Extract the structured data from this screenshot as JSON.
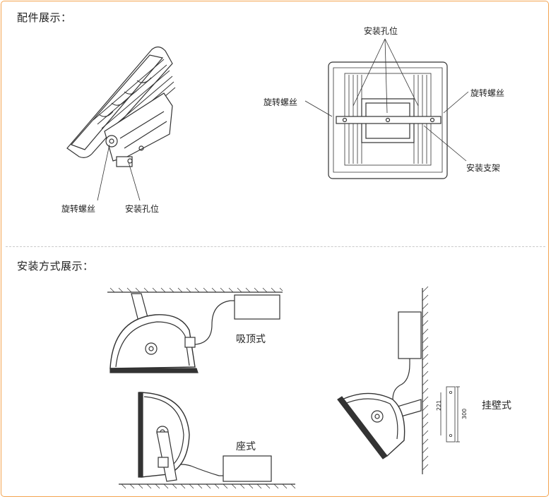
{
  "sections": {
    "parts_title": "配件展示：",
    "install_title": "安装方式展示："
  },
  "parts": {
    "side_view": {
      "screw_label": "旋转螺丝",
      "hole_label": "安装孔位"
    },
    "back_view": {
      "hole_label": "安装孔位",
      "screw_left_label": "旋转螺丝",
      "screw_right_label": "旋转螺丝",
      "bracket_label": "安装支架"
    }
  },
  "install": {
    "ceiling_label": "吸顶式",
    "floor_label": "座式",
    "wall_label": "挂壁式",
    "dim_small": "221",
    "dim_large": "300"
  },
  "colors": {
    "frame_border": "#f3a451",
    "divider": "#c9c9c9",
    "line": "#333333"
  }
}
